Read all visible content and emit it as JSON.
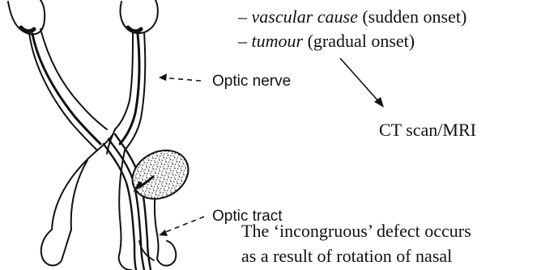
{
  "causes": {
    "vascular": {
      "dash": "– ",
      "term": "vascular cause",
      "note": " (sudden onset)"
    },
    "tumour": {
      "dash": "– ",
      "term": "tumour",
      "note": " (gradual onset)"
    }
  },
  "labels": {
    "optic_nerve": "Optic nerve",
    "optic_tract": "Optic tract"
  },
  "imaging": "CT scan/MRI",
  "explanation": {
    "line1": "The ‘incongruous’ defect occurs",
    "line2": "as a result of rotation of nasal"
  },
  "colors": {
    "ink": "#111111",
    "background": "#ffffff"
  }
}
